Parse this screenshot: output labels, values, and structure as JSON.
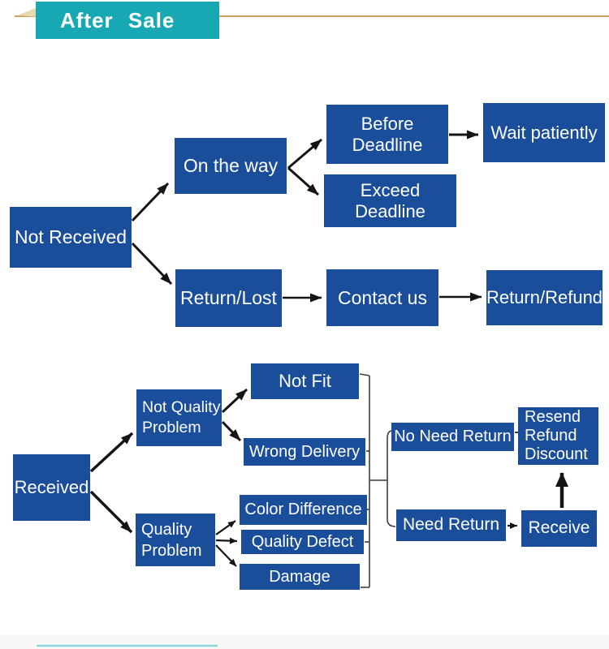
{
  "header": {
    "title": "After Sale"
  },
  "colors": {
    "node_blue": "#1a4e9b",
    "header_teal": "#18a8b4",
    "gold_line": "#cfa05e",
    "arrow_black": "#151515",
    "connector_gray": "#3f3f3f",
    "bottom_teal_line": "#8fd6da",
    "node_text": "#ffffff"
  },
  "nodes": {
    "not_received": "Not Received",
    "on_the_way": "On the way",
    "before_deadline": "Before Deadline",
    "wait_patiently": "Wait patiently",
    "exceed_deadline": "Exceed Deadline",
    "return_lost": "Return/Lost",
    "contact_us": "Contact us",
    "return_refund": "Return/Refund",
    "received": "Received",
    "not_quality_problem": "Not Quality Problem",
    "quality_problem": "Quality Problem",
    "not_fit": "Not Fit",
    "wrong_delivery": "Wrong Delivery",
    "color_difference": "Color Difference",
    "quality_defect": "Quality Defect",
    "damage": "Damage",
    "no_need_return": "No Need Return",
    "need_return": "Need Return",
    "resend": {
      "line1": "Resend",
      "line2": "Refund",
      "line3": "Discount"
    },
    "receive": "Receive"
  },
  "edges": [
    "Not Received -> On the way",
    "Not Received -> Return/Lost",
    "On the way -> Before Deadline",
    "On the way -> Exceed Deadline",
    "Before Deadline -> Wait patiently",
    "Return/Lost -> Contact us",
    "Contact us -> Return/Refund",
    "Received -> Not Quality Problem",
    "Received -> Quality Problem",
    "Not Quality Problem -> Not Fit",
    "Not Quality Problem -> Wrong Delivery",
    "Quality Problem -> Color Difference",
    "Quality Problem -> Quality Defect",
    "Quality Problem -> Damage",
    "{Not Fit, Wrong Delivery, Color Difference, Quality Defect, Damage} -> {No Need Return, Need Return}",
    "No Need Return -> Resend Refund Discount",
    "Need Return -> Receive",
    "Receive -> Resend Refund Discount"
  ]
}
